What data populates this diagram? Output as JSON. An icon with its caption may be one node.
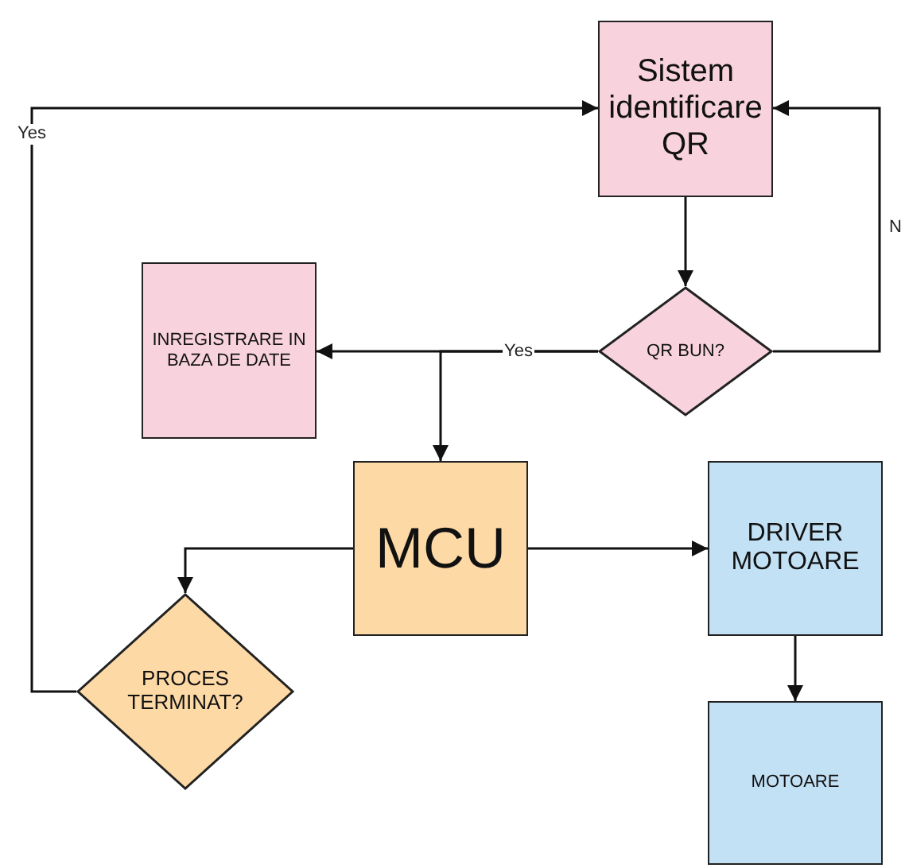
{
  "diagram": {
    "nodes": [
      {
        "text": [
          "Sistem identificare QR"
        ]
      },
      {
        "text": [
          "QR BUN?"
        ]
      },
      {
        "text": [
          "INREGISTRARE IN BAZA DE DATE"
        ]
      },
      {
        "text": [
          "MCU"
        ]
      },
      {
        "text": [
          "DRIVER MOTOARE"
        ]
      },
      {
        "text": [
          "PROCES TERMINAT?"
        ]
      },
      {
        "text": [
          "MOTOARE"
        ]
      }
    ],
    "edges": [
      {
        "from": 0,
        "to": 1,
        "arrow": "to"
      },
      {
        "from": 1,
        "to": 2,
        "arrow": "to",
        "label": "Yes"
      },
      {
        "from": 1,
        "to": 3,
        "arrow": "to"
      },
      {
        "from": 1,
        "to": 0,
        "arrow": "to",
        "label": "N"
      },
      {
        "from": 3,
        "to": 4,
        "arrow": "to"
      },
      {
        "from": 3,
        "to": 5,
        "arrow": "to"
      },
      {
        "from": 5,
        "to": 0,
        "arrow": "to",
        "label": "Yes"
      },
      {
        "from": 4,
        "to": 6,
        "arrow": "to"
      }
    ]
  }
}
